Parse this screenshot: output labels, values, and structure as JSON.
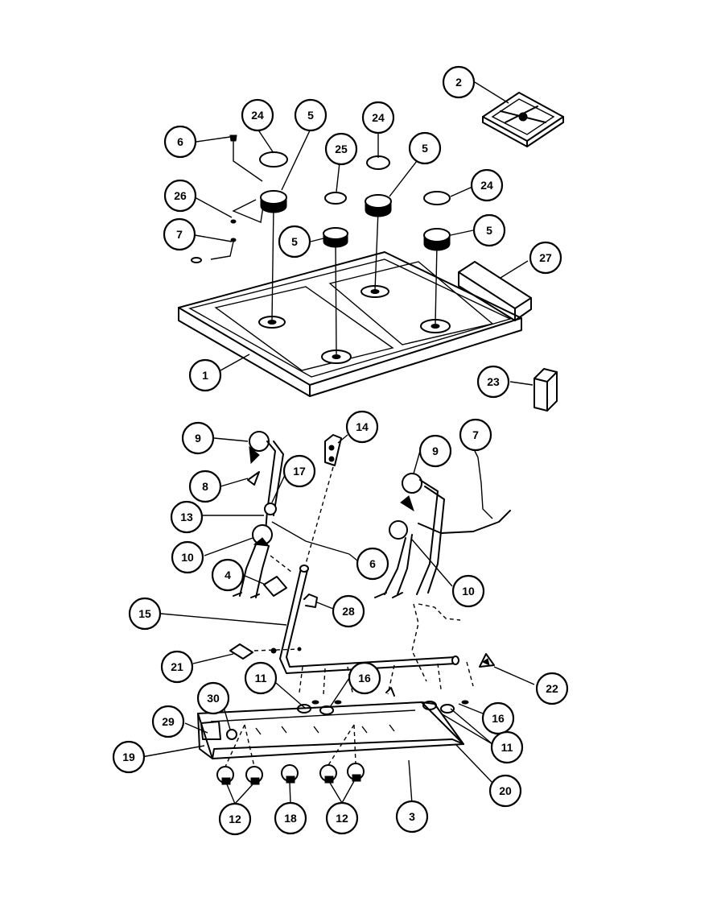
{
  "callouts": [
    {
      "id": "c-2",
      "label": "2"
    },
    {
      "id": "c-24a",
      "label": "24"
    },
    {
      "id": "c-5a",
      "label": "5"
    },
    {
      "id": "c-24b",
      "label": "24"
    },
    {
      "id": "c-5b",
      "label": "5"
    },
    {
      "id": "c-6a",
      "label": "6"
    },
    {
      "id": "c-25",
      "label": "25"
    },
    {
      "id": "c-26",
      "label": "26"
    },
    {
      "id": "c-24c",
      "label": "24"
    },
    {
      "id": "c-7a",
      "label": "7"
    },
    {
      "id": "c-5c",
      "label": "5"
    },
    {
      "id": "c-5d",
      "label": "5"
    },
    {
      "id": "c-27",
      "label": "27"
    },
    {
      "id": "c-1",
      "label": "1"
    },
    {
      "id": "c-23",
      "label": "23"
    },
    {
      "id": "c-14",
      "label": "14"
    },
    {
      "id": "c-9a",
      "label": "9"
    },
    {
      "id": "c-7b",
      "label": "7"
    },
    {
      "id": "c-9b",
      "label": "9"
    },
    {
      "id": "c-17",
      "label": "17"
    },
    {
      "id": "c-8",
      "label": "8"
    },
    {
      "id": "c-13",
      "label": "13"
    },
    {
      "id": "c-10a",
      "label": "10"
    },
    {
      "id": "c-6b",
      "label": "6"
    },
    {
      "id": "c-4",
      "label": "4"
    },
    {
      "id": "c-10b",
      "label": "10"
    },
    {
      "id": "c-15",
      "label": "15"
    },
    {
      "id": "c-28",
      "label": "28"
    },
    {
      "id": "c-21",
      "label": "21"
    },
    {
      "id": "c-11a",
      "label": "11"
    },
    {
      "id": "c-16a",
      "label": "16"
    },
    {
      "id": "c-22",
      "label": "22"
    },
    {
      "id": "c-30",
      "label": "30"
    },
    {
      "id": "c-16b",
      "label": "16"
    },
    {
      "id": "c-29",
      "label": "29"
    },
    {
      "id": "c-11b",
      "label": "11"
    },
    {
      "id": "c-19",
      "label": "19"
    },
    {
      "id": "c-20",
      "label": "20"
    },
    {
      "id": "c-12a",
      "label": "12"
    },
    {
      "id": "c-18",
      "label": "18"
    },
    {
      "id": "c-12b",
      "label": "12"
    },
    {
      "id": "c-3",
      "label": "3"
    }
  ]
}
